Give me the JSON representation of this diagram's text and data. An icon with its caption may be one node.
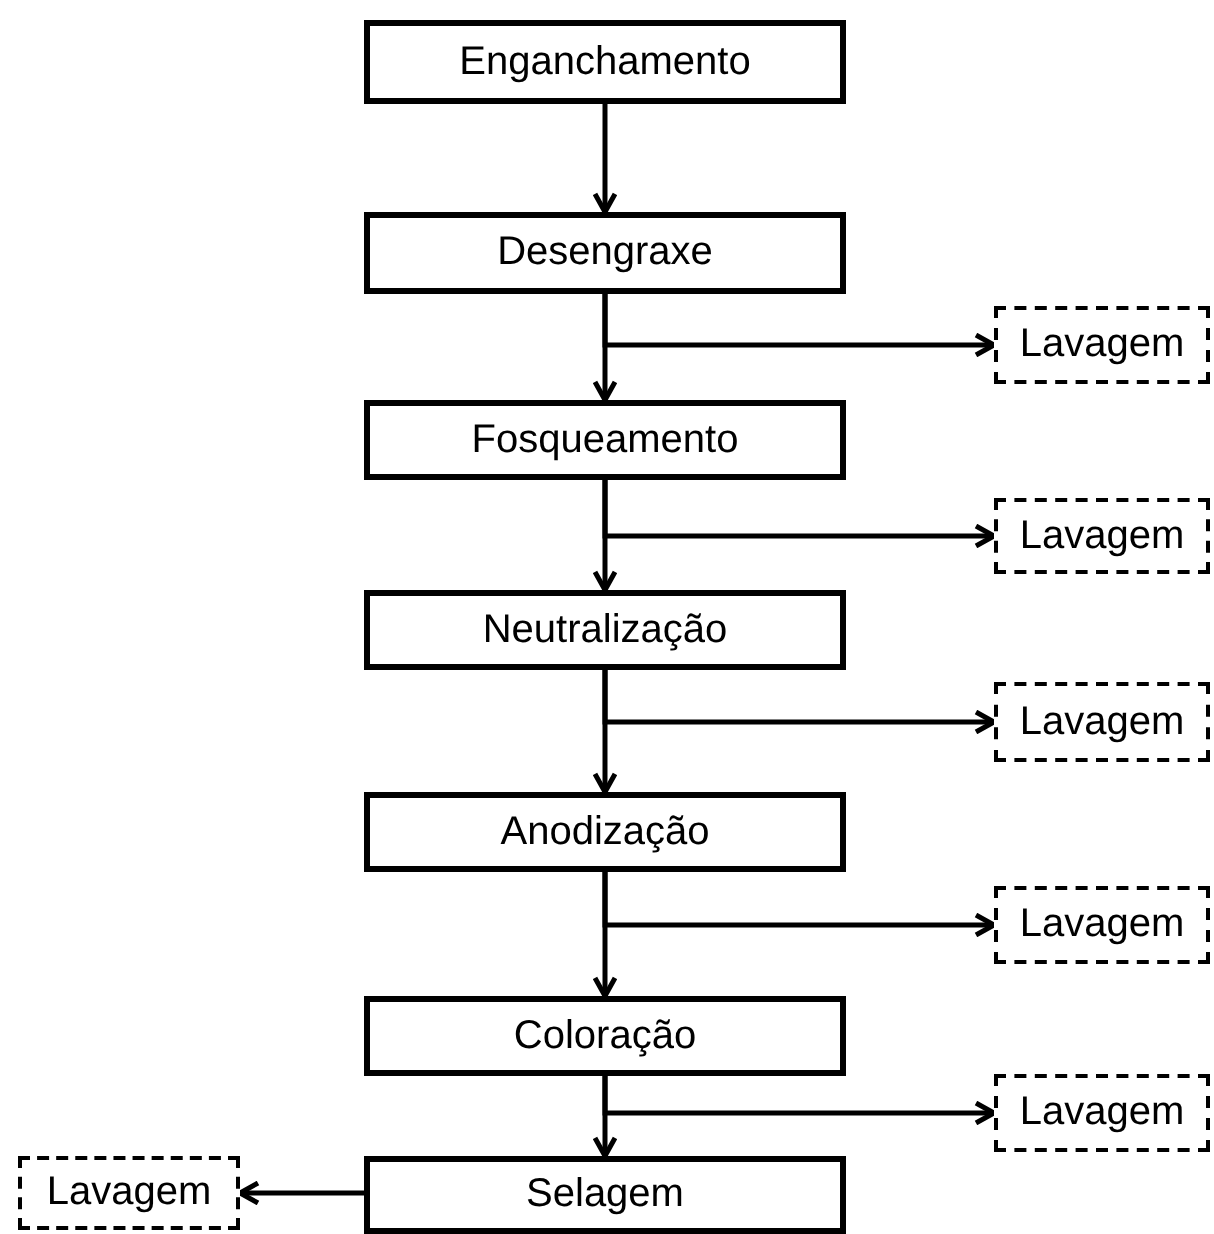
{
  "diagram": {
    "nodes": [
      {
        "text": [
          "Enganchamento"
        ]
      },
      {
        "text": [
          "Desengraxe"
        ]
      },
      {
        "text": [
          "Lavagem"
        ]
      },
      {
        "text": [
          "Fosqueamento"
        ]
      },
      {
        "text": [
          "Lavagem"
        ]
      },
      {
        "text": [
          "Neutralização"
        ]
      },
      {
        "text": [
          "Lavagem"
        ]
      },
      {
        "text": [
          "Anodização"
        ]
      },
      {
        "text": [
          "Lavagem"
        ]
      },
      {
        "text": [
          "Coloração"
        ]
      },
      {
        "text": [
          "Lavagem"
        ]
      },
      {
        "text": [
          "Lavagem"
        ]
      },
      {
        "text": [
          "Selagem"
        ]
      }
    ],
    "edges": [
      {
        "from": 0,
        "to": 1,
        "arrow": "to"
      },
      {
        "from": 1,
        "to": 2,
        "arrow": "to"
      },
      {
        "from": 1,
        "to": 3,
        "arrow": "to"
      },
      {
        "from": 3,
        "to": 4,
        "arrow": "to"
      },
      {
        "from": 3,
        "to": 5,
        "arrow": "to"
      },
      {
        "from": 5,
        "to": 6,
        "arrow": "to"
      },
      {
        "from": 5,
        "to": 7,
        "arrow": "to"
      },
      {
        "from": 7,
        "to": 8,
        "arrow": "to"
      },
      {
        "from": 7,
        "to": 9,
        "arrow": "to"
      },
      {
        "from": 9,
        "to": 10,
        "arrow": "to"
      },
      {
        "from": 9,
        "to": 12,
        "arrow": "to"
      },
      {
        "from": 12,
        "to": 11,
        "arrow": "to"
      }
    ]
  }
}
